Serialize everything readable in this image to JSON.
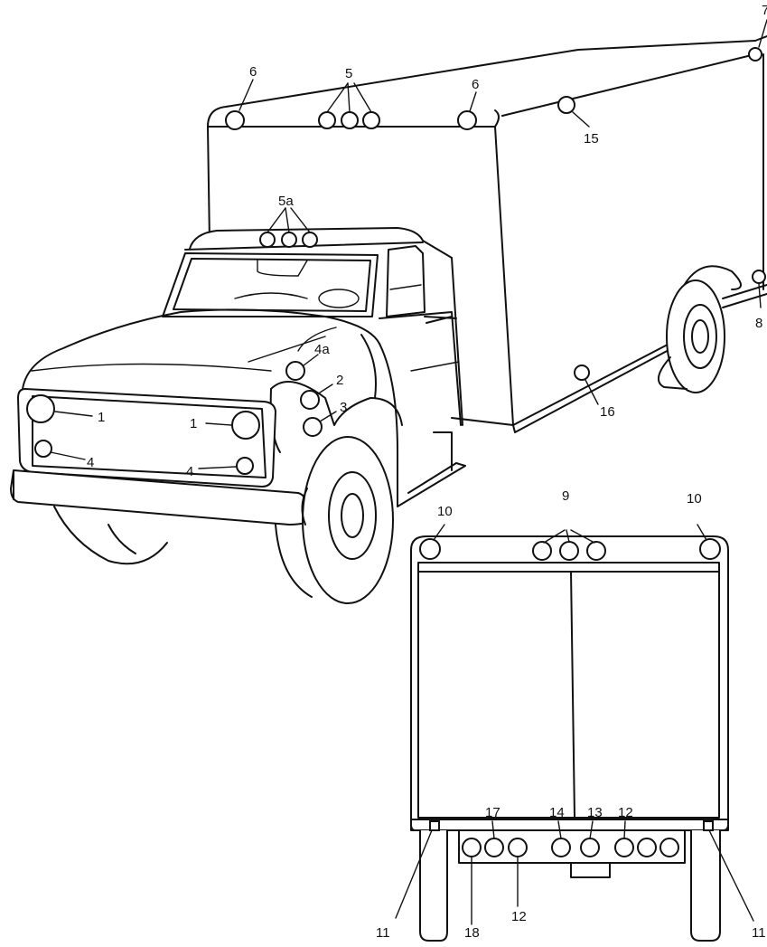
{
  "labels": {
    "l1a": "1",
    "l1b": "1",
    "l2": "2",
    "l3": "3",
    "l4a": "4",
    "l4b": "4",
    "l4c": "4a",
    "l5": "5",
    "l5a": "5a",
    "l6a": "6",
    "l6b": "6",
    "l7": "7",
    "l8": "8",
    "l9": "9",
    "l10a": "10",
    "l10b": "10",
    "l11a": "11",
    "l11b": "11",
    "l12a": "12",
    "l12b": "12",
    "l13": "13",
    "l14": "14",
    "l15": "15",
    "l16": "16",
    "l17": "17",
    "l18": "18"
  }
}
